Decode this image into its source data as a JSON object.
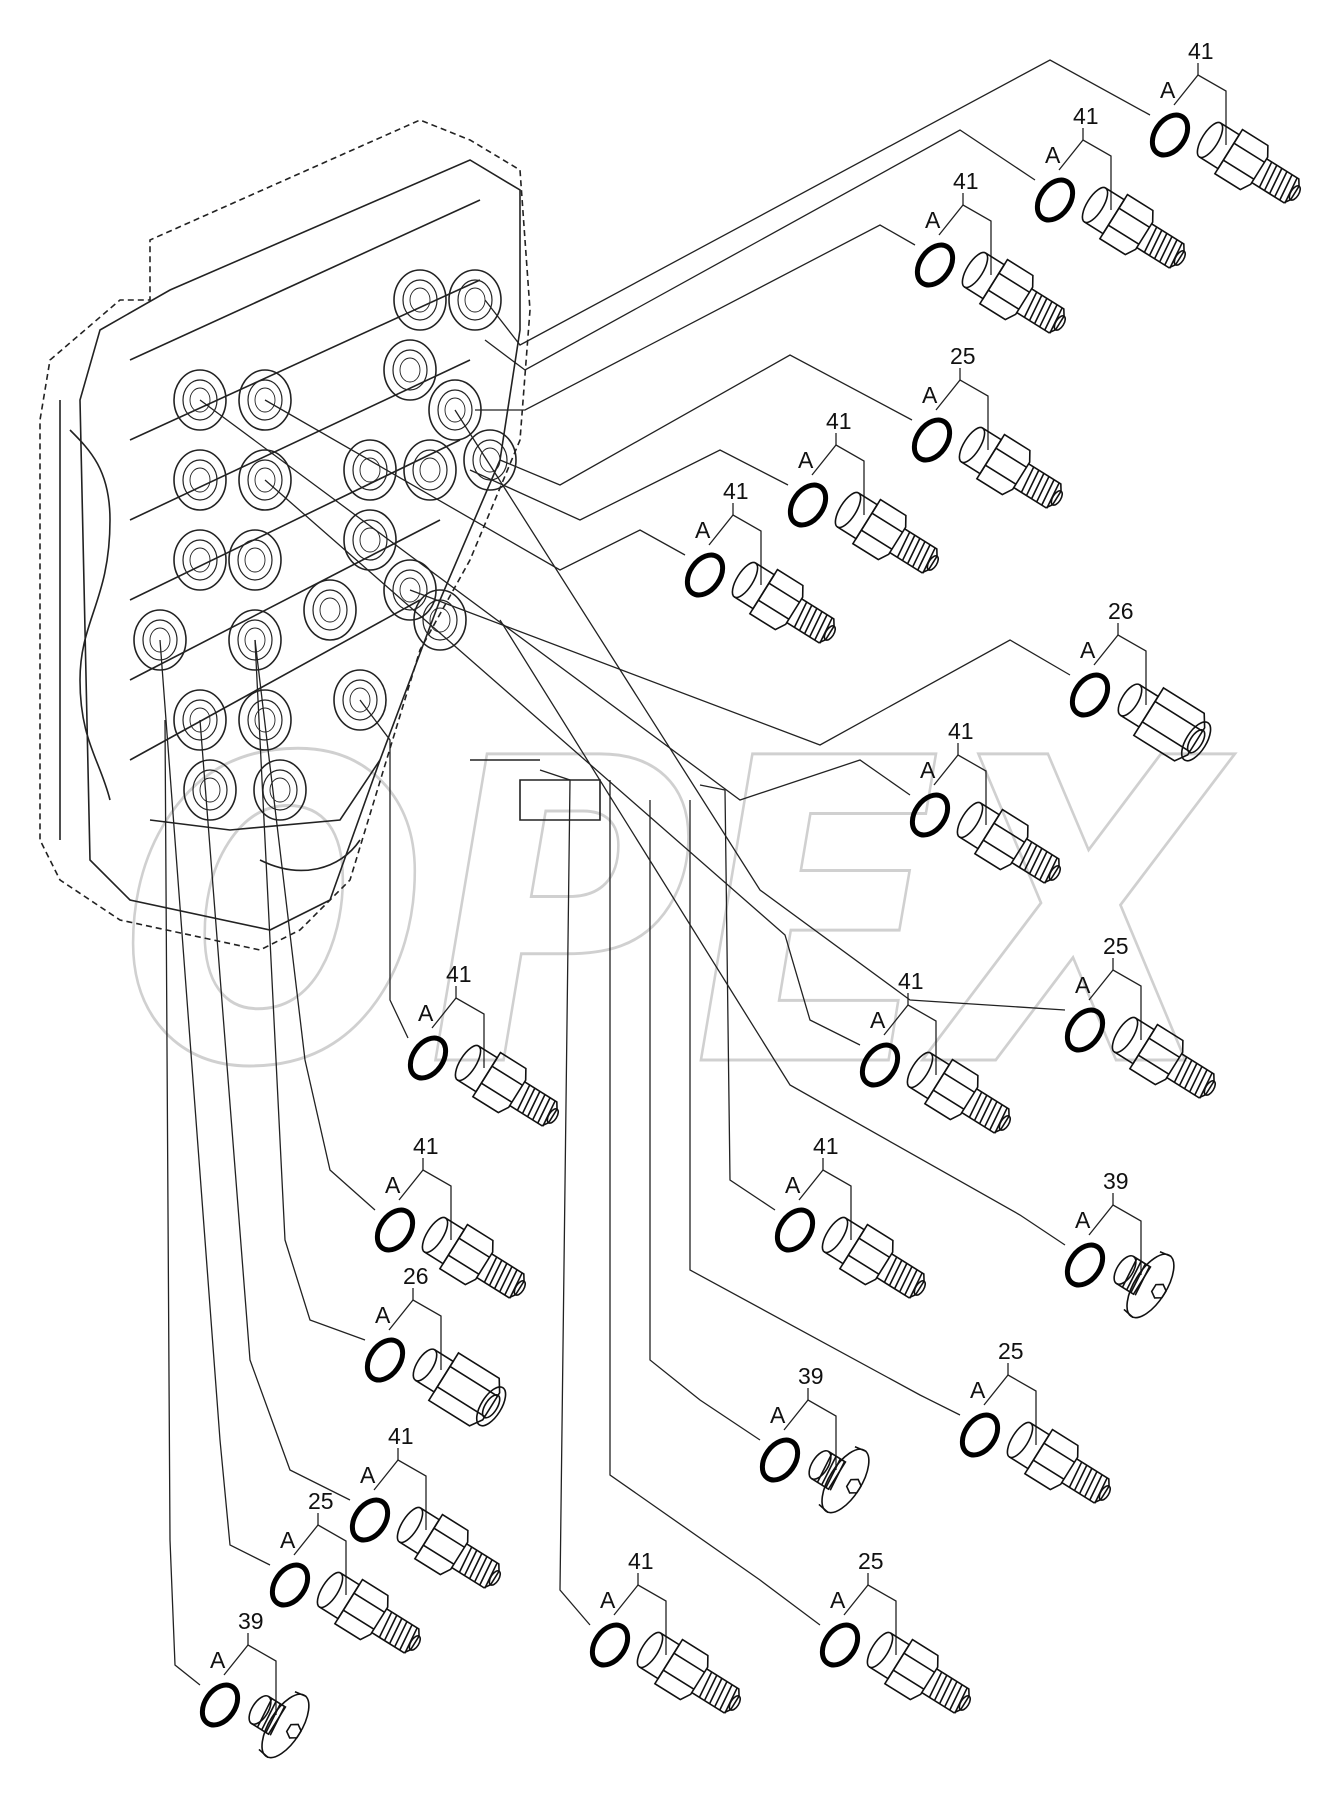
{
  "diagram": {
    "watermark": "OPEX",
    "corner_mark": "",
    "seal_letter": "A",
    "parts": [
      {
        "number": "41"
      },
      {
        "number": "41"
      },
      {
        "number": "41"
      },
      {
        "number": "25"
      },
      {
        "number": "41"
      },
      {
        "number": "41"
      },
      {
        "number": "26"
      },
      {
        "number": "41"
      },
      {
        "number": "25"
      },
      {
        "number": "41"
      },
      {
        "number": "39"
      },
      {
        "number": "41"
      },
      {
        "number": "41"
      },
      {
        "number": "41"
      },
      {
        "number": "26"
      },
      {
        "number": "25"
      },
      {
        "number": "39"
      },
      {
        "number": "41"
      },
      {
        "number": "25"
      },
      {
        "number": "41"
      },
      {
        "number": "25"
      },
      {
        "number": "39"
      }
    ]
  }
}
